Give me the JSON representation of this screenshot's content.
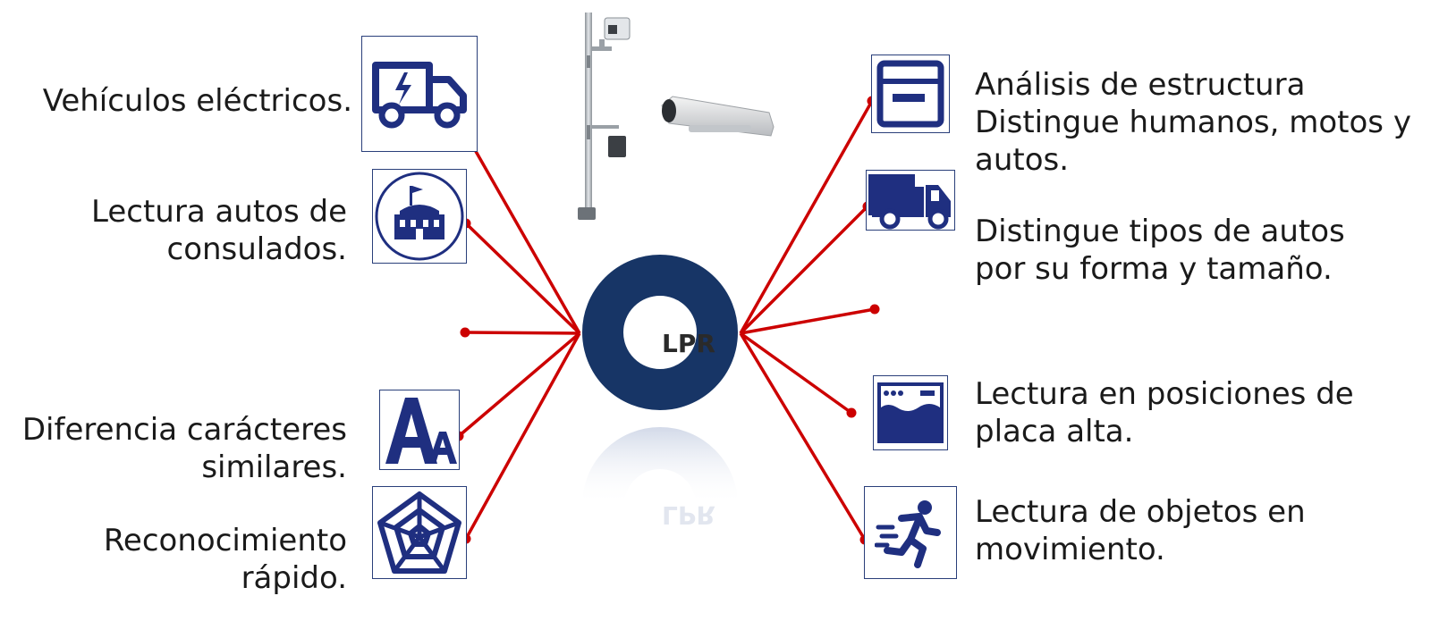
{
  "center": {
    "label": "LPR"
  },
  "brand_color": "#1f2f80",
  "ring_color": "#173566",
  "connector_color": "#cc0000",
  "left_features": [
    {
      "name": "electric-vehicles",
      "lines": [
        "Vehículos eléctricos."
      ],
      "icon": "electric-truck-icon"
    },
    {
      "name": "consulate-cars",
      "lines": [
        "Lectura autos de",
        "consulados."
      ],
      "icon": "consulate-building-icon"
    },
    {
      "name": "similar-characters",
      "lines": [
        "Diferencia carácteres",
        "similares."
      ],
      "icon": "letters-aa-icon"
    },
    {
      "name": "fast-recognition",
      "lines": [
        "Reconocimiento",
        "rápido."
      ],
      "icon": "radar-web-icon"
    }
  ],
  "right_features": [
    {
      "name": "structure-analysis",
      "lines": [
        "Análisis de estructura",
        "Distingue humanos, motos y",
        "autos."
      ],
      "icon": "window-layout-icon"
    },
    {
      "name": "vehicle-types",
      "lines": [
        "Distingue tipos de autos",
        "por su forma y tamaño."
      ],
      "icon": "delivery-truck-icon"
    },
    {
      "name": "high-plate-position",
      "lines": [
        "Lectura en posiciones de",
        "placa alta."
      ],
      "icon": "water-level-icon"
    },
    {
      "name": "moving-objects",
      "lines": [
        "Lectura de objetos en",
        "movimiento."
      ],
      "icon": "running-person-icon"
    }
  ],
  "images": {
    "pole": "camera-pole-icon",
    "camera": "security-camera-icon"
  }
}
